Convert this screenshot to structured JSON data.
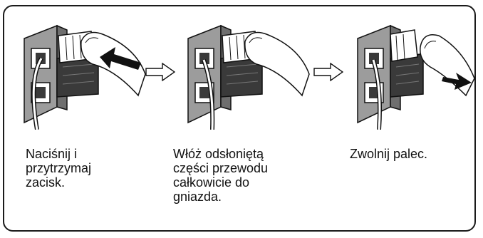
{
  "steps": [
    {
      "icon": "press-clip-icon",
      "caption": "Naciśnij i\nprzytrzymaj\nzacisk."
    },
    {
      "icon": "insert-wire-icon",
      "caption": "Włóż odsłoniętą\nczęści przewodu\ncałkowicie do\ngniazda."
    },
    {
      "icon": "release-finger-icon",
      "caption": "Zwolnij palec."
    }
  ],
  "connector_arrows": [
    "arrow-right-outline-icon",
    "arrow-right-outline-icon"
  ],
  "colors": {
    "terminal_gray": "#9c9c9c",
    "terminal_dark": "#3a3a3a",
    "stroke": "#111111"
  }
}
